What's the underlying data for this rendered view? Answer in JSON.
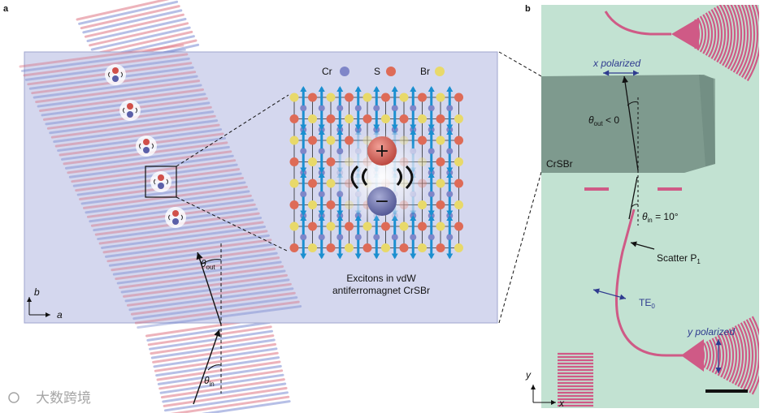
{
  "panel_a": {
    "letter": "a",
    "legend": {
      "cr": "Cr",
      "s": "S",
      "br": "Br"
    },
    "caption_line1": "Excitons in vdW",
    "caption_line2": "antiferromagnet CrSBr",
    "theta_out": {
      "sym": "θ",
      "sub": "out"
    },
    "theta_in": {
      "sym": "θ",
      "sub": "in"
    },
    "axis_b": "b",
    "axis_a": "a",
    "colors": {
      "cr": "#7f86c8",
      "s": "#de6b57",
      "br": "#e8d96a",
      "spin": "#1b8fd0",
      "panel_bg": "#d4d7ee"
    }
  },
  "panel_b": {
    "letter": "b",
    "x_polarized": "x polarized",
    "y_polarized": "y polarized",
    "theta_out_label": {
      "sym": "θ",
      "sub": "out",
      "rest": " < 0"
    },
    "theta_in_label": {
      "sym": "θ",
      "sub": "in",
      "rest": " = 10°"
    },
    "crsbr": "CrSBr",
    "scatter": {
      "main": "Scatter P",
      "sub": "1"
    },
    "te0": {
      "main": "TE",
      "sub": "0"
    },
    "axis_y": "y",
    "axis_x": "x",
    "colors": {
      "bg": "#bfe0d0",
      "flake": "#7e9a8e",
      "waveguide": "#cf5a86"
    }
  },
  "watermark": "大数跨境"
}
